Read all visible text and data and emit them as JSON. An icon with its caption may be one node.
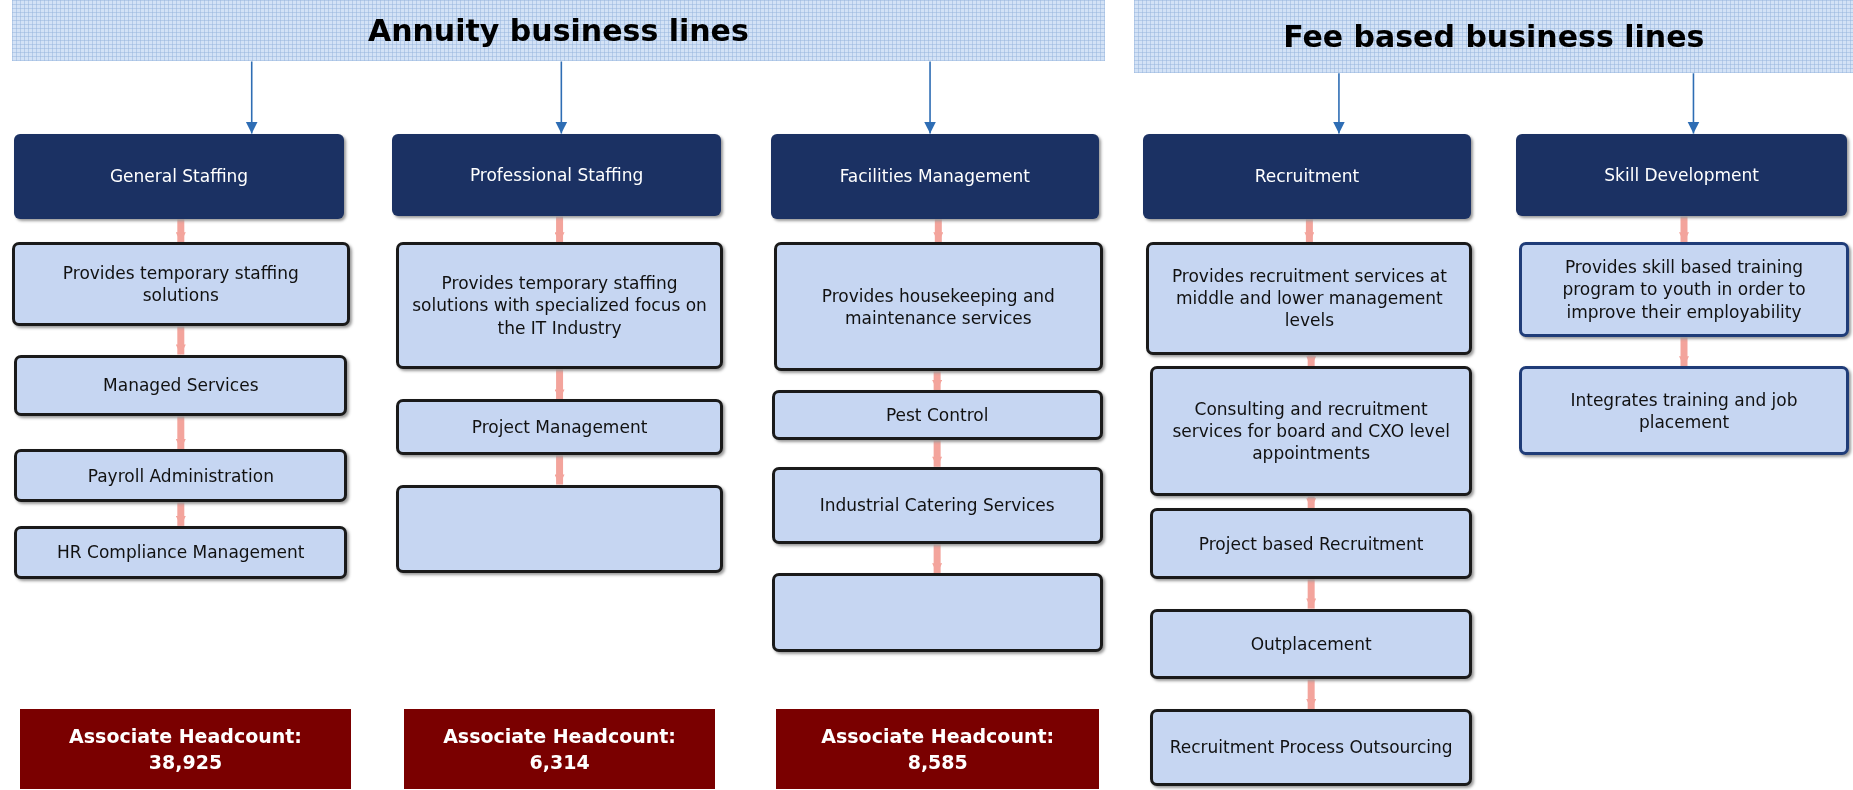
{
  "diagram": {
    "nodes": [
      {
        "text": [
          "Annuity business lines"
        ]
      },
      {
        "text": [
          "Fee based business lines"
        ]
      },
      {
        "text": [
          "General Staffing"
        ]
      },
      {
        "text": [
          "Provides temporary staffing solutions"
        ]
      },
      {
        "text": [
          "Managed Services"
        ]
      },
      {
        "text": [
          "Payroll Administration"
        ]
      },
      {
        "text": [
          "HR Compliance Management"
        ]
      },
      {
        "text": [
          "Associate Headcount: 38,925"
        ]
      },
      {
        "text": [
          "Professional Staffing"
        ]
      },
      {
        "text": [
          "Provides temporary staffing solutions with specialized focus on the IT Industry"
        ]
      },
      {
        "text": [
          "Project Management"
        ]
      },
      {
        "text": [],
        "shape": "box"
      },
      {
        "text": [
          "Associate Headcount: 6,314"
        ]
      },
      {
        "text": [
          "Facilities Management"
        ]
      },
      {
        "text": [
          "Provides housekeeping and maintenance services"
        ]
      },
      {
        "text": [
          "Pest Control"
        ]
      },
      {
        "text": [
          "Industrial Catering Services"
        ]
      },
      {
        "text": [],
        "shape": "box"
      },
      {
        "text": [
          "Associate Headcount: 8,585"
        ]
      },
      {
        "text": [
          "Recruitment"
        ]
      },
      {
        "text": [
          "Provides recruitment services at middle and  lower management levels"
        ]
      },
      {
        "text": [
          "Consulting and recruitment services for board and CXO level appointments"
        ]
      },
      {
        "text": [
          "Project based Recruitment"
        ]
      },
      {
        "text": [
          "Outplacement"
        ]
      },
      {
        "text": [
          "Recruitment Process Outsourcing"
        ]
      },
      {
        "text": [
          "Skill Development"
        ]
      },
      {
        "text": [
          "Provides skill based training program to youth in order to improve their employability"
        ]
      },
      {
        "text": [
          "Integrates training and job placement"
        ]
      }
    ],
    "edges": [
      {
        "from": 0,
        "to": 2,
        "arrow": "to",
        "color": "#2e6db4"
      },
      {
        "from": 0,
        "to": 8,
        "arrow": "to",
        "color": "#2e6db4"
      },
      {
        "from": 0,
        "to": 13,
        "arrow": "to",
        "color": "#2e6db4"
      },
      {
        "from": 1,
        "to": 19,
        "arrow": "to",
        "color": "#2e6db4"
      },
      {
        "from": 1,
        "to": 25,
        "arrow": "to",
        "color": "#2e6db4"
      },
      {
        "from": 2,
        "to": 3,
        "arrow": "to"
      },
      {
        "from": 3,
        "to": 4,
        "arrow": "to"
      },
      {
        "from": 4,
        "to": 5,
        "arrow": "to"
      },
      {
        "from": 5,
        "to": 6,
        "arrow": "to"
      },
      {
        "from": 8,
        "to": 9,
        "arrow": "to"
      },
      {
        "from": 9,
        "to": 10,
        "arrow": "to"
      },
      {
        "from": 10,
        "to": 11,
        "arrow": "to"
      },
      {
        "from": 13,
        "to": 14,
        "arrow": "to"
      },
      {
        "from": 14,
        "to": 15,
        "arrow": "to"
      },
      {
        "from": 15,
        "to": 16,
        "arrow": "to"
      },
      {
        "from": 16,
        "to": 17,
        "arrow": "to"
      },
      {
        "from": 19,
        "to": 20,
        "arrow": "to"
      },
      {
        "from": 20,
        "to": 21,
        "arrow": "to"
      },
      {
        "from": 21,
        "to": 22,
        "arrow": "to"
      },
      {
        "from": 22,
        "to": 23,
        "arrow": "to"
      },
      {
        "from": 23,
        "to": 24,
        "arrow": "to"
      },
      {
        "from": 25,
        "to": 26,
        "arrow": "to"
      },
      {
        "from": 26,
        "to": 27,
        "arrow": "to"
      }
    ]
  }
}
